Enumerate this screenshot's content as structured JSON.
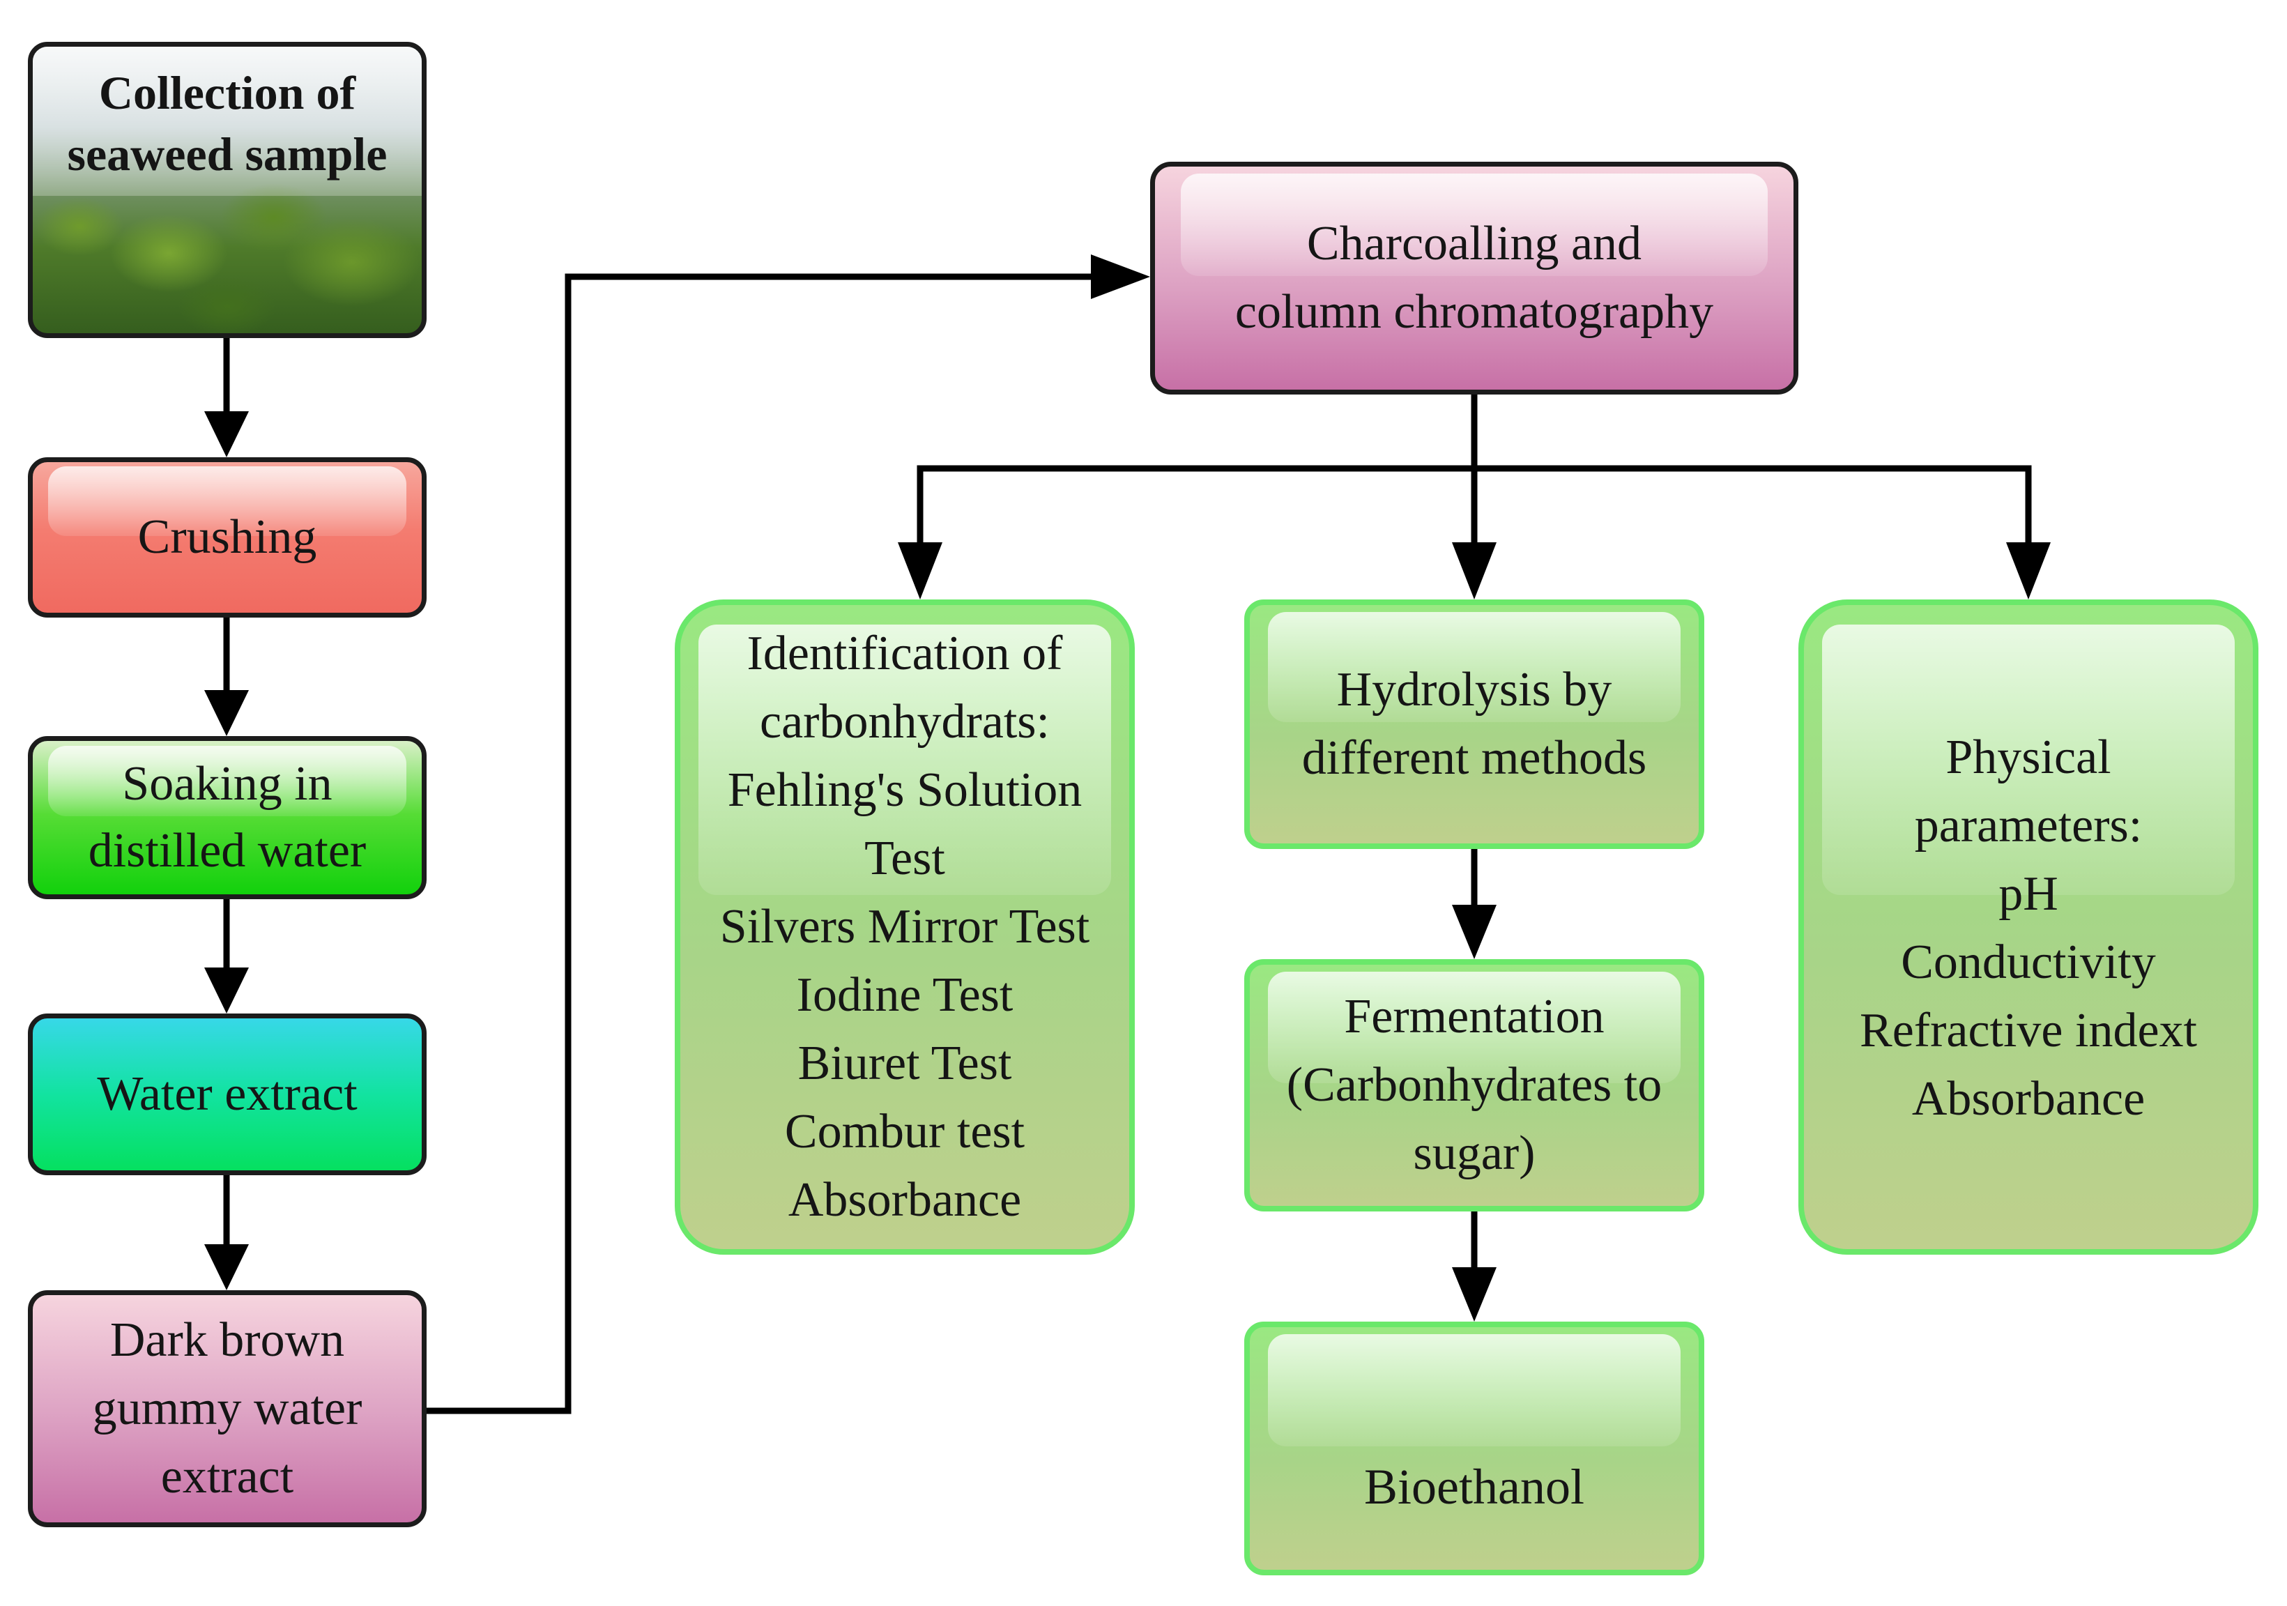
{
  "nodes": {
    "collection": {
      "lines": [
        "Collection of",
        "seaweed sample"
      ],
      "image": "seaweed-photo"
    },
    "crushing": {
      "lines": [
        "Crushing"
      ]
    },
    "soaking": {
      "lines": [
        "Soaking in",
        "distilled water"
      ]
    },
    "water_extract": {
      "lines": [
        "Water extract"
      ]
    },
    "dark_brown": {
      "lines": [
        "Dark brown",
        "gummy water",
        "extract"
      ]
    },
    "charcoalling": {
      "lines": [
        "Charcoalling and",
        "column chromatography"
      ]
    },
    "identification": {
      "lines": [
        "Identification of",
        "carbonhydrats:",
        "Fehling's Solution",
        "Test",
        "Silvers Mirror Test",
        "Iodine Test",
        "Biuret Test",
        "Combur test",
        "Absorbance"
      ]
    },
    "hydrolysis": {
      "lines": [
        "Hydrolysis by",
        "different methods"
      ]
    },
    "fermentation": {
      "lines": [
        "Fermentation",
        "(Carbonhydrates to",
        "sugar)"
      ]
    },
    "bioethanol": {
      "lines": [
        "Bioethanol"
      ]
    },
    "physical": {
      "lines": [
        "Physical",
        "parameters:",
        "pH",
        "Conductivity",
        "Refractive indext",
        "Absorbance"
      ]
    }
  },
  "colors": {
    "border_dark": "#1c1c1c",
    "border_green": "#6ae86a",
    "crushing": "#f06a60",
    "soaking": "#12d10c",
    "water_extract": "#05e060",
    "pink": "#c770a6",
    "light_green": "#a8d488",
    "arrow": "#000000"
  }
}
